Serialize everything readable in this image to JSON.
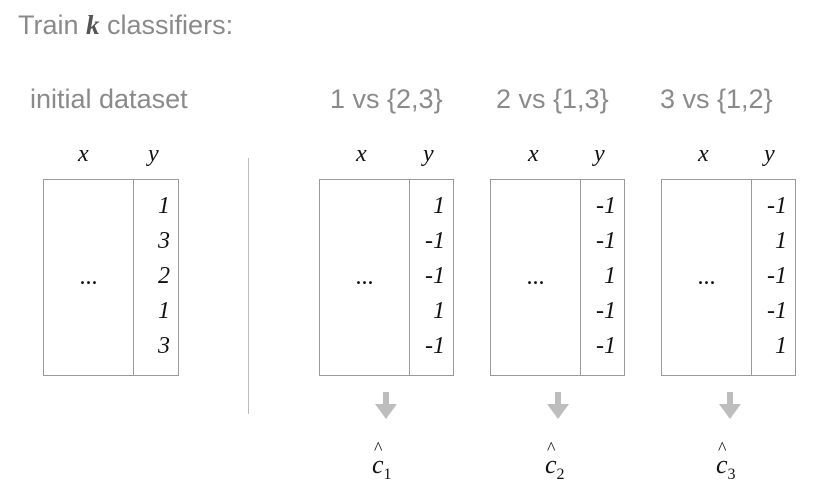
{
  "title": {
    "prefix": "Train",
    "k": "k",
    "suffix": "classifiers:"
  },
  "headers": {
    "x": "x",
    "y": "y"
  },
  "ellipsis": "...",
  "initial": {
    "label": "initial dataset",
    "y": [
      "1",
      "3",
      "2",
      "1",
      "3"
    ]
  },
  "binary": [
    {
      "label": "1 vs {2,3}",
      "y": [
        "1",
        "-1",
        "-1",
        "1",
        "-1"
      ],
      "classifier": "c",
      "sub": "1"
    },
    {
      "label": "2 vs {1,3}",
      "y": [
        "-1",
        "-1",
        "1",
        "-1",
        "-1"
      ],
      "classifier": "c",
      "sub": "2"
    },
    {
      "label": "3 vs {1,2}",
      "y": [
        "-1",
        "1",
        "-1",
        "-1",
        "1"
      ],
      "classifier": "c",
      "sub": "3"
    }
  ]
}
